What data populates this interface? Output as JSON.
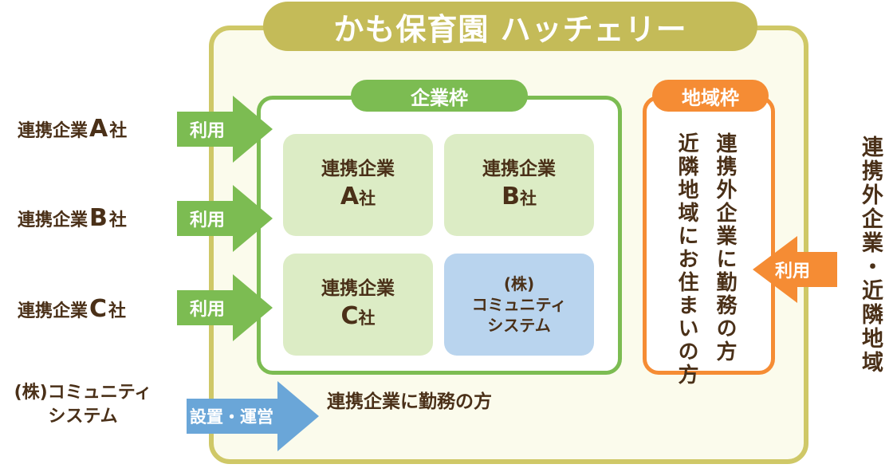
{
  "title": "かも保育園 ハッチェリー",
  "corporate_frame": {
    "label": "企業枠",
    "cells": [
      {
        "line1": "連携企業",
        "letter": "A",
        "suffix": "社"
      },
      {
        "line1": "連携企業",
        "letter": "B",
        "suffix": "社"
      },
      {
        "line1": "連携企業",
        "letter": "C",
        "suffix": "社"
      }
    ],
    "community": {
      "line1": "(株)",
      "line2": "コミュニティ",
      "line3": "システム"
    },
    "employee_note": "連携企業に勤務の方"
  },
  "regional_frame": {
    "label": "地域枠",
    "col1": "連携外企業に勤務の方",
    "col2": "近隣地域にお住まいの方"
  },
  "left_companies": [
    {
      "prefix": "連携企業",
      "letter": "A",
      "suffix": "社",
      "arrow": "利用"
    },
    {
      "prefix": "連携企業",
      "letter": "B",
      "suffix": "社",
      "arrow": "利用"
    },
    {
      "prefix": "連携企業",
      "letter": "C",
      "suffix": "社",
      "arrow": "利用"
    }
  ],
  "operator": {
    "line1": "(株)コミュニティ",
    "line2": "システム",
    "arrow": "設置・運営"
  },
  "right_side": {
    "label": "連携外企業・近隣地域",
    "arrow": "利用"
  },
  "colors": {
    "olive": "#c4bb58",
    "green": "#7cbc52",
    "orange": "#f58c34",
    "blue": "#6aa6d8",
    "text": "#4a3018"
  }
}
